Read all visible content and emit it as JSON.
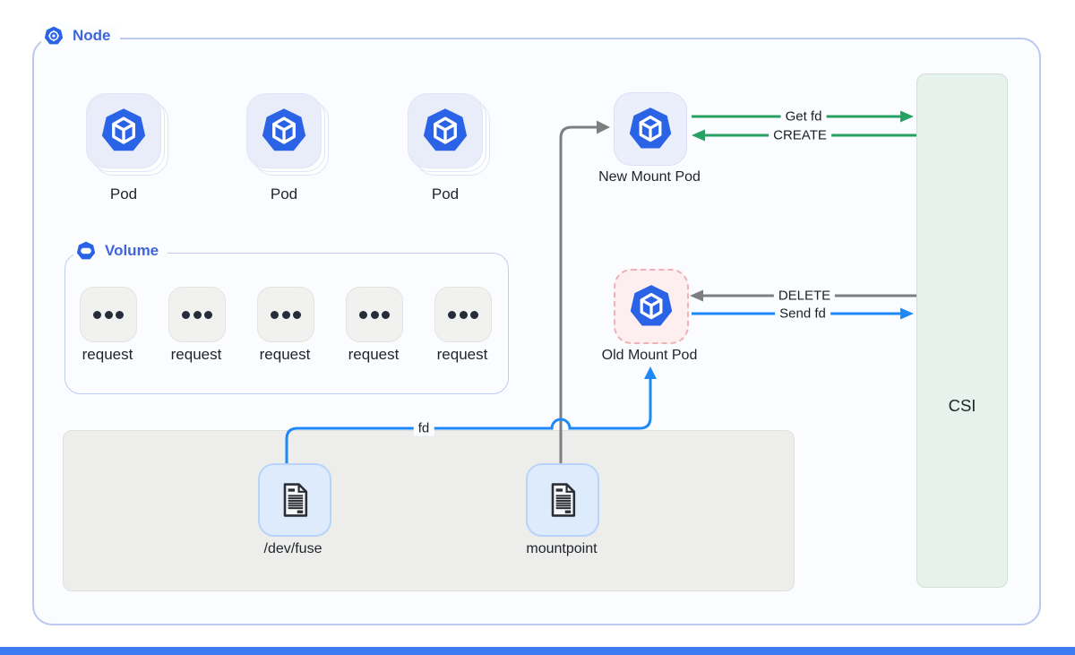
{
  "node": {
    "label": "Node"
  },
  "pods": {
    "items": [
      {
        "label": "Pod"
      },
      {
        "label": "Pod"
      },
      {
        "label": "Pod"
      }
    ]
  },
  "volume": {
    "label": "Volume",
    "requests": [
      {
        "label": "request"
      },
      {
        "label": "request"
      },
      {
        "label": "request"
      },
      {
        "label": "request"
      },
      {
        "label": "request"
      }
    ]
  },
  "mount_pods": {
    "new": {
      "label": "New Mount Pod"
    },
    "old": {
      "label": "Old Mount Pod"
    }
  },
  "csi": {
    "label": "CSI"
  },
  "kernel": {
    "dev_fuse": {
      "label": "/dev/fuse"
    },
    "mountpoint": {
      "label": "mountpoint"
    }
  },
  "arrows": {
    "get_fd": "Get fd",
    "create": "CREATE",
    "delete": "DELETE",
    "send_fd": "Send fd",
    "fd": "fd"
  },
  "colors": {
    "label_blue": "#4065d6",
    "pod_blue": "#2b63e6",
    "arrow_green": "#27a061",
    "arrow_blue": "#1e88f6",
    "arrow_gray": "#7c7e80",
    "old_pod_border": "#eeb1b6",
    "csi_fill": "#e8f2ec",
    "node_border": "#bcc8ee",
    "footer_blue": "#3b7af0"
  }
}
